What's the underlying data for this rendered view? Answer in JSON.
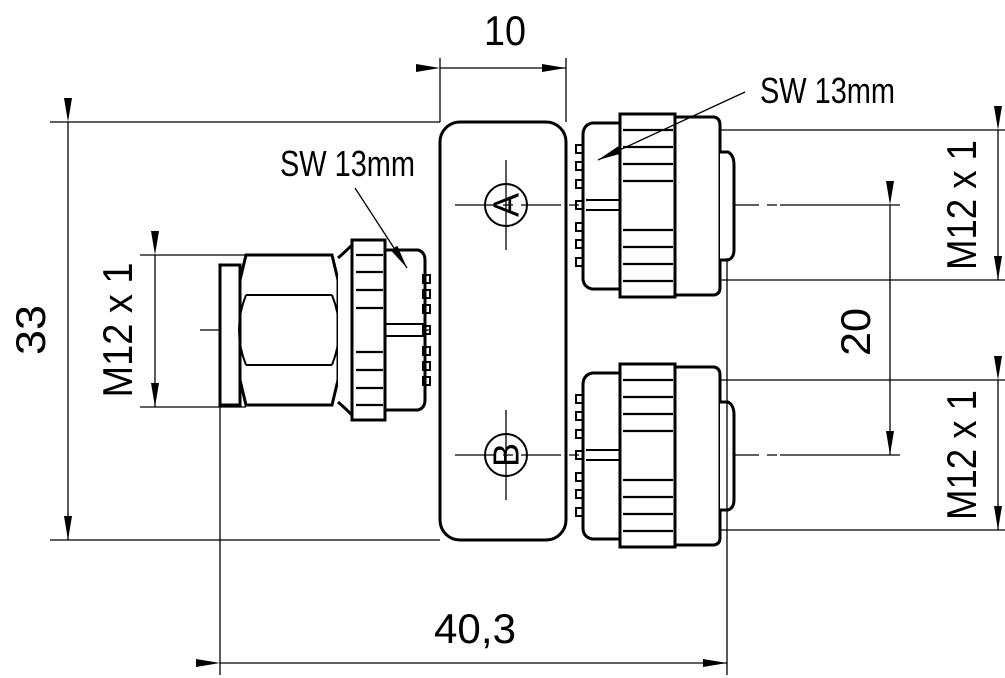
{
  "drawing": {
    "dimensions": {
      "body_width": "10",
      "overall_height": "33",
      "outlet_spacing": "20",
      "overall_length": "40,3"
    },
    "thread_labels": {
      "left": "M12 x 1",
      "right_top": "M12 x 1",
      "right_bottom": "M12 x 1"
    },
    "wrench_labels": {
      "top_right": "SW 13mm",
      "left": "SW 13mm"
    },
    "port_labels": {
      "a": "A",
      "b": "B"
    }
  }
}
